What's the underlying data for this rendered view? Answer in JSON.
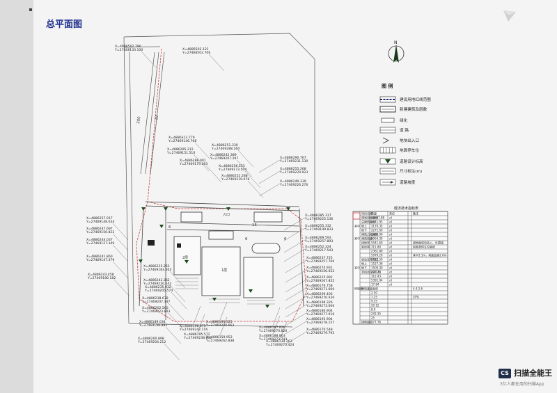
{
  "page_title": "总平面图",
  "north_label": "N",
  "legend": {
    "heading": "图 例",
    "items": [
      {
        "label": "建设用地红线范围",
        "icon": "dashed-red-boundary"
      },
      {
        "label": "新建建筑及层数",
        "icon": "hatched-rectangle"
      },
      {
        "label": "绿化",
        "icon": "green-rectangle"
      },
      {
        "label": "道 路",
        "icon": "road-lines"
      },
      {
        "label": "地块出入口",
        "icon": "arrow-entrance"
      },
      {
        "label": "地面停车位",
        "icon": "parking-grid"
      },
      {
        "label": "道路设计标高",
        "icon": "triangle-elevation"
      },
      {
        "label": "尺寸标注(m)",
        "icon": "dimension-line"
      },
      {
        "label": "道路坡度",
        "icon": "slope-arrow"
      }
    ]
  },
  "table": {
    "title": "经济技术指标表",
    "headers": [
      "",
      "项目名称",
      "数量",
      "单位",
      "备注"
    ],
    "rows": [
      [
        "",
        "规划用地面积",
        "23667.88",
        "㎡",
        ""
      ],
      [
        "",
        "总建筑面积",
        "5441.95",
        "㎡",
        ""
      ],
      [
        "其中",
        "地上",
        "3170.35",
        "㎡",
        ""
      ],
      [
        "",
        "地下",
        "2271.60",
        "㎡",
        ""
      ],
      [
        "",
        "建筑占地面积",
        "2486.00",
        "㎡",
        ""
      ],
      [
        "其中",
        "建筑密度",
        "9064.39",
        "㎡",
        ""
      ],
      [
        "",
        "绿地率",
        "5541.60",
        "㎡",
        "绿地面积包括入、外围墙"
      ],
      [
        "",
        "容积率",
        "311.80",
        "㎡",
        "和各类停车位面积"
      ],
      [
        "",
        "",
        "2361.80",
        "㎡",
        ""
      ],
      [
        "",
        "",
        "5979.20",
        "㎡",
        "其中3.1m，地面层高2.6m"
      ],
      [
        "",
        "机动车停车位",
        "1812.50",
        "㎡",
        ""
      ],
      [
        "",
        "地上",
        "1527.36",
        "㎡",
        ""
      ],
      [
        "其中",
        "地下",
        "1500.30",
        "㎡",
        ""
      ],
      [
        "",
        "非机动车停车位",
        "227.76",
        "㎡",
        ""
      ],
      [
        "",
        "",
        "312.43",
        "㎡",
        ""
      ],
      [
        "",
        "",
        "5391.04",
        "㎡",
        ""
      ],
      [
        "",
        "",
        "17.84",
        "㎡",
        ""
      ],
      [
        "构筑物",
        "建筑基底面积",
        "",
        "",
        "4.4.2.6"
      ],
      [
        "",
        "",
        "2.50",
        "",
        ""
      ],
      [
        "",
        "",
        "1.25",
        "",
        "20%"
      ],
      [
        "",
        "",
        "9.25",
        "",
        ""
      ],
      [
        "",
        "",
        "20.12",
        "",
        ""
      ],
      [
        "",
        "",
        "8.0",
        "",
        ""
      ],
      [
        "",
        "",
        "242.35",
        "",
        ""
      ],
      [
        "",
        "",
        "25",
        "",
        ""
      ],
      [
        "",
        "绿地面积",
        "177.76",
        "",
        ""
      ]
    ]
  },
  "coords_left": [
    {
      "x": "X=4886502.790",
      "y": "Y=27468133.100"
    },
    {
      "x": "X=4886502.121",
      "y": "Y=27468502.706"
    },
    {
      "x": "X=4886313.779",
      "y": "Y=27469146.768"
    },
    {
      "x": "X=4886295.212",
      "y": "Y=27469151.510"
    },
    {
      "x": "X=4886251.339",
      "y": "Y=27469288.260"
    },
    {
      "x": "X=4886242.389",
      "y": "Y=27469207.297"
    },
    {
      "x": "X=4886288.001",
      "y": "Y=27469179.383"
    },
    {
      "x": "X=4886256.553",
      "y": "Y=27469173.504"
    },
    {
      "x": "X=4886252.288",
      "y": "Y=27469219.678"
    },
    {
      "x": "X=4886257.017",
      "y": "Y=27469148.034"
    },
    {
      "x": "X=4886247.697",
      "y": "Y=27469150.822"
    },
    {
      "x": "X=4886244.037",
      "y": "Y=27469127.349"
    },
    {
      "x": "X=4886241.860",
      "y": "Y=27469147.379"
    },
    {
      "x": "X=4886243.458",
      "y": "Y=27469180.182"
    },
    {
      "x": "X=4886225.252",
      "y": "Y=27469183.563"
    },
    {
      "x": "X=4886242.362",
      "y": "Y=27469220.242"
    },
    {
      "x": "X=4886235.932",
      "y": "Y=27469205.574"
    },
    {
      "x": "X=4886238.678",
      "y": "Y=27469207.347"
    },
    {
      "x": "X=4886202.560",
      "y": "Y=27469223.803"
    },
    {
      "x": "X=4886189.034",
      "y": "Y=27469198.882"
    },
    {
      "x": "X=4886200.898",
      "y": "Y=27469204.212"
    }
  ],
  "coords_bottom": [
    {
      "x": "X=4886198.675",
      "y": "Y=27469242.116"
    },
    {
      "x": "X=4886195.572",
      "y": "Y=27469238.002"
    },
    {
      "x": "X=4886195.525",
      "y": "Y=27469240.663"
    },
    {
      "x": "X=4886159.953",
      "y": "Y=27469262.838"
    },
    {
      "x": "X=4886187.826",
      "y": "Y=27469270.820"
    },
    {
      "x": "X=4886188.863",
      "y": "Y=27469273.743"
    },
    {
      "x": "X=4886134.263",
      "y": "Y=27469273.424"
    }
  ],
  "coords_right": [
    {
      "x": "X=4886290.767",
      "y": "Y=27469231.130"
    },
    {
      "x": "X=4886255.268",
      "y": "Y=27469229.923"
    },
    {
      "x": "X=4886249.339",
      "y": "Y=27469226.276"
    },
    {
      "x": "X=4886285.317",
      "y": "Y=27469225.136"
    },
    {
      "x": "X=4886255.332",
      "y": "Y=27469199.833"
    },
    {
      "x": "X=4886269.593",
      "y": "Y=27469257.893"
    },
    {
      "x": "X=4886252.324",
      "y": "Y=27469217.543"
    },
    {
      "x": "X=4886237.725",
      "y": "Y=27469257.760"
    },
    {
      "x": "X=4886274.931",
      "y": "Y=27469256.052"
    },
    {
      "x": "X=4886225.992",
      "y": "Y=27469267.855"
    },
    {
      "x": "X=4886176.758",
      "y": "Y=27469271.600"
    },
    {
      "x": "X=4886209.403",
      "y": "Y=27469270.436"
    },
    {
      "x": "X=4886198.326",
      "y": "Y=27469273.600"
    },
    {
      "x": "X=4886186.904",
      "y": "Y=27469277.916"
    },
    {
      "x": "X=4886193.904",
      "y": "Y=27469278.157"
    },
    {
      "x": "X=4886176.548",
      "y": "Y=27469279.793"
    }
  ],
  "dimension_labels": [
    "200",
    "19",
    "15",
    "6",
    "6",
    "6"
  ],
  "building_labels": [
    "1层",
    "2层",
    "入口"
  ],
  "watermark": {
    "logo_text": "CS",
    "name": "扫描全能王",
    "slogan": "3亿人都在用的扫描App"
  }
}
